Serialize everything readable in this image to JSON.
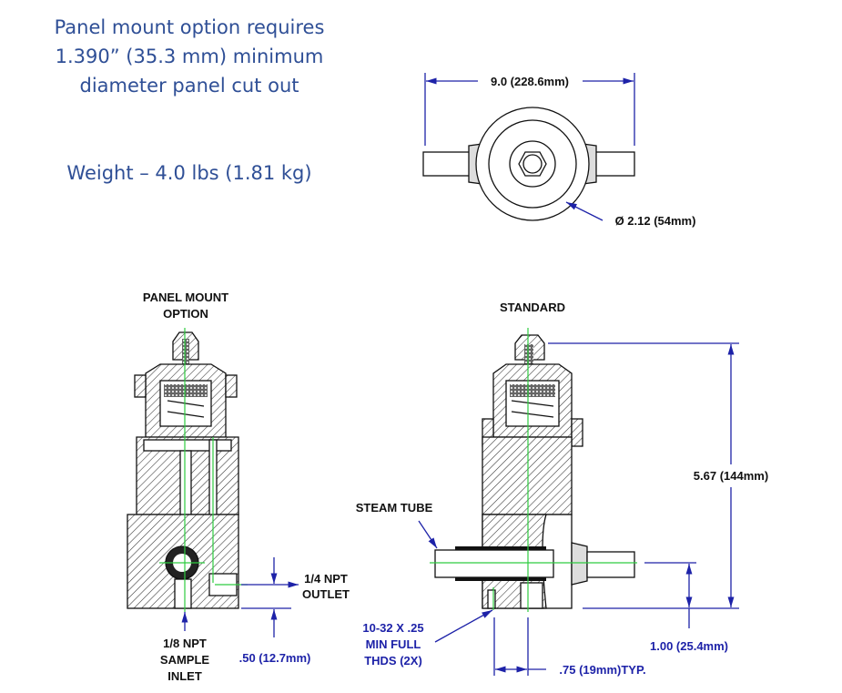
{
  "notes": {
    "panel_cutout": [
      "Panel mount option requires",
      "1.390” (35.3 mm) minimum",
      "diameter panel cut out"
    ],
    "weight": "Weight – 4.0 lbs (1.81 kg)"
  },
  "top_view": {
    "width_dim": "9.0 (228.6mm)",
    "diameter_dim": "Ø 2.12 (54mm)"
  },
  "panel_mount_view": {
    "title": [
      "PANEL MOUNT",
      "OPTION"
    ],
    "outlet_label": [
      "1/4 NPT",
      "OUTLET"
    ],
    "inlet_label": [
      "1/8 NPT",
      "SAMPLE",
      "INLET"
    ],
    "offset_dim": ".50 (12.7mm)"
  },
  "standard_view": {
    "title": "STANDARD",
    "steam_tube_label": "STEAM TUBE",
    "height_dim": "5.67 (144mm)",
    "tube_height_dim": "1.00 (25.4mm)",
    "thread_label": [
      "10-32 X .25",
      "MIN FULL",
      "THDS (2X)"
    ],
    "spacing_dim": ".75 (19mm)TYP."
  },
  "colors": {
    "note_text": "#2f4f96",
    "dimension": "#1d22a8",
    "centerline": "#2ecc40"
  }
}
